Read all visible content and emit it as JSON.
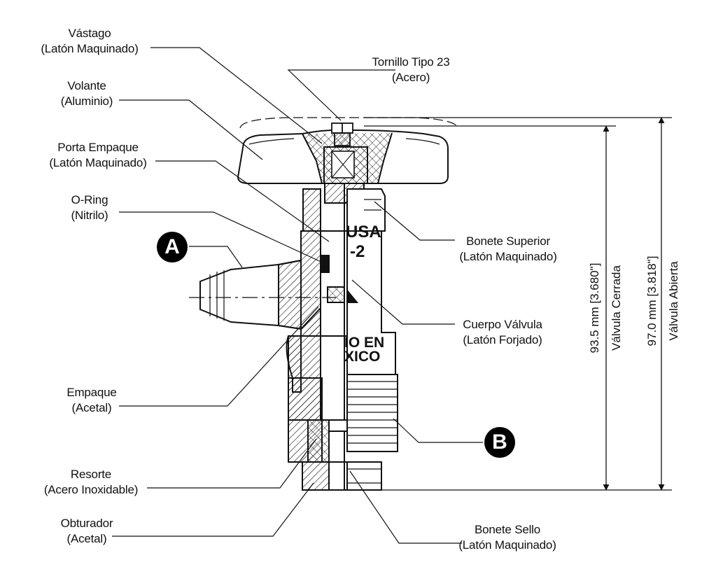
{
  "labels": {
    "vastago": {
      "name": "Vástago",
      "material": "(Latón Maquinado)"
    },
    "tornillo": {
      "name": "Tornillo Tipo 23",
      "material": "(Acero)"
    },
    "volante": {
      "name": "Volante",
      "material": "(Aluminio)"
    },
    "porta": {
      "name": "Porta Empaque",
      "material": "(Latón Maquinado)"
    },
    "oring": {
      "name": "O-Ring",
      "material": "(Nitrilo)"
    },
    "bonete_sup": {
      "name": "Bonete Superior",
      "material": "(Latón Maquinado)"
    },
    "cuerpo": {
      "name": "Cuerpo Válvula",
      "material": "(Latón Forjado)"
    },
    "empaque": {
      "name": "Empaque",
      "material": "(Acetal)"
    },
    "resorte": {
      "name": "Resorte",
      "material": "(Acero Inoxidable)"
    },
    "obturador": {
      "name": "Obturador",
      "material": "(Acetal)"
    },
    "bonete_sello": {
      "name": "Bonete Sello",
      "material": "(Latón Maquinado)"
    }
  },
  "callouts": {
    "a": "A",
    "b": "B"
  },
  "dimensions": {
    "closed_value": "93.5 mm [3.680\"]",
    "closed_label": "Válvula Cerrada",
    "open_value": "97.0 mm [3.818\"]",
    "open_label": "Válvula Abierta"
  },
  "stamps": {
    "line1": "USA",
    "line2": "-2",
    "line3": "IO EN",
    "line4": "XICO"
  },
  "colors": {
    "ink": "#111111",
    "background": "#ffffff"
  }
}
